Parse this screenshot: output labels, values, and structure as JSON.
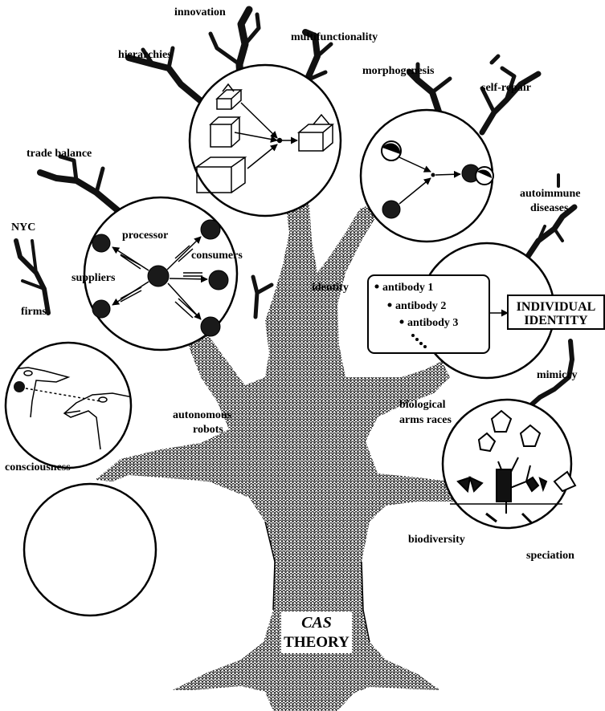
{
  "title": {
    "line1": "CAS",
    "line2": "THEORY"
  },
  "labels": {
    "innovation": "innovation",
    "multifunctionality": "multifunctionality",
    "hierarchies": "hierarchies",
    "morphogenesis": "morphogenesis",
    "self_repair": "self-repair",
    "trade_balance": "trade balance",
    "autoimmune_1": "autoimmune",
    "autoimmune_2": "diseases",
    "nyc": "NYC",
    "processor": "processor",
    "consumers": "consumers",
    "suppliers": "suppliers",
    "firms": "firms",
    "identity": "identity",
    "mimicry": "mimicry",
    "autonomous_1": "autonomous",
    "autonomous_2": "robots",
    "arms_1": "biological",
    "arms_2": "arms races",
    "consciousness": "consciousness",
    "biodiversity": "biodiversity",
    "speciation": "speciation"
  },
  "antibodies": [
    "antibody 1",
    "antibody 2",
    "antibody 3"
  ],
  "individual_identity": {
    "line1": "INDIVIDUAL",
    "line2": "IDENTITY"
  }
}
